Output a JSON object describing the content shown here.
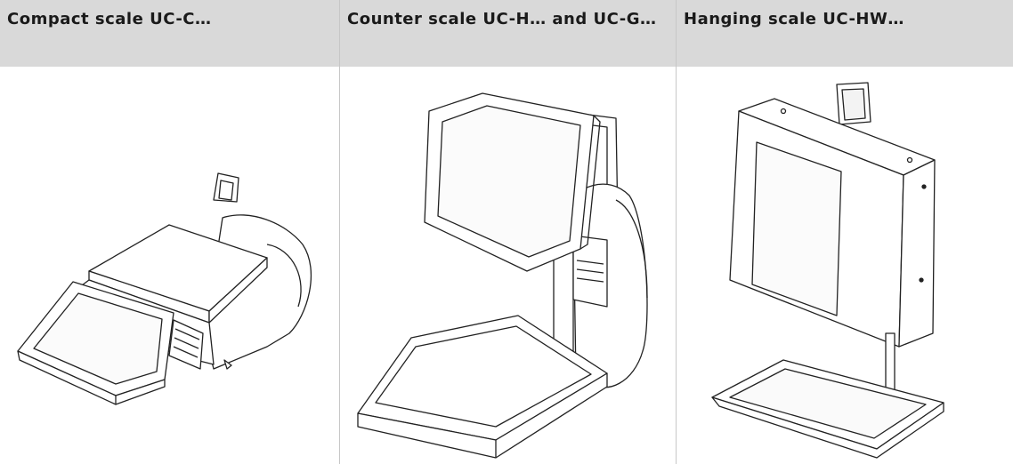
{
  "table": {
    "columns": [
      {
        "header": "Compact scale UC-C…"
      },
      {
        "header": "Counter scale UC-H… and UC-G…"
      },
      {
        "header": "Hanging scale UC-HW…"
      }
    ]
  }
}
